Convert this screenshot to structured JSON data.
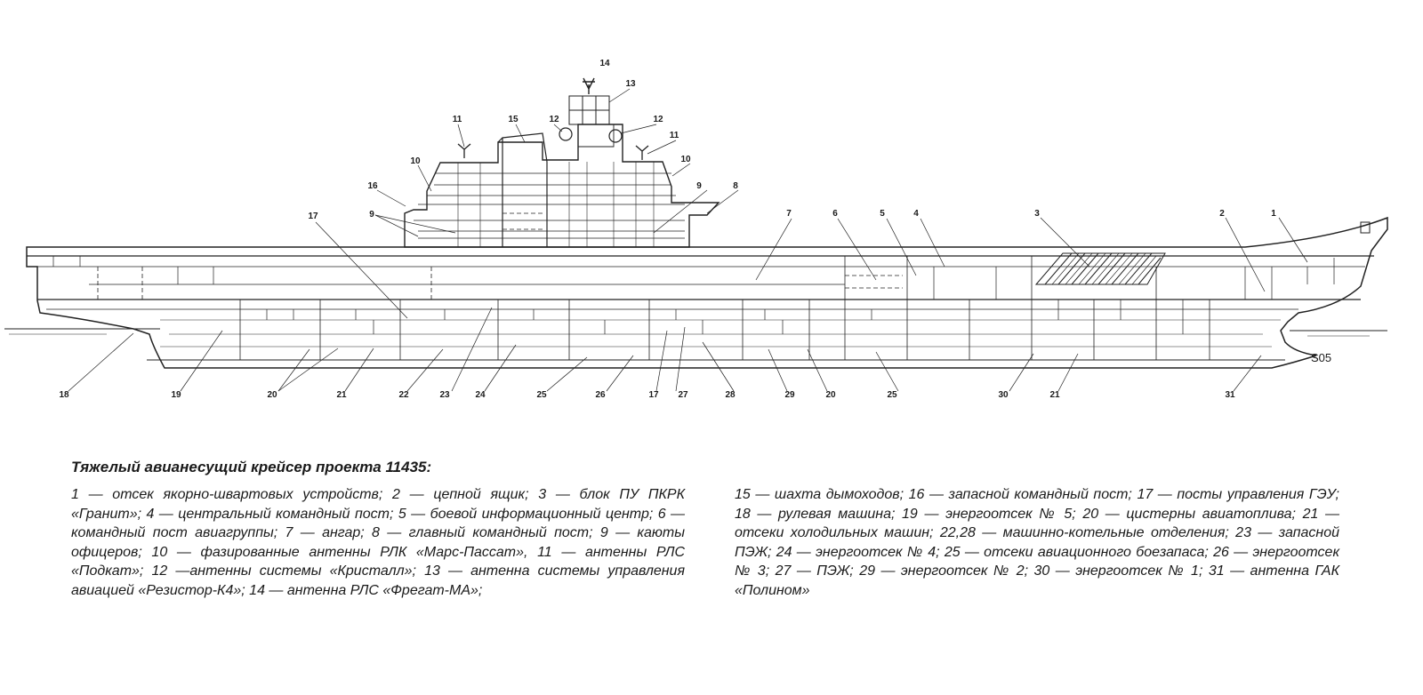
{
  "diagram": {
    "signature": "S05",
    "callouts": [
      {
        "n": "1"
      },
      {
        "n": "2"
      },
      {
        "n": "3"
      },
      {
        "n": "4"
      },
      {
        "n": "5"
      },
      {
        "n": "6"
      },
      {
        "n": "7"
      },
      {
        "n": "8"
      },
      {
        "n": "9"
      },
      {
        "n": "9"
      },
      {
        "n": "9"
      },
      {
        "n": "10"
      },
      {
        "n": "10"
      },
      {
        "n": "11"
      },
      {
        "n": "11"
      },
      {
        "n": "12"
      },
      {
        "n": "12"
      },
      {
        "n": "13"
      },
      {
        "n": "14"
      },
      {
        "n": "15"
      },
      {
        "n": "16"
      },
      {
        "n": "17"
      },
      {
        "n": "18"
      },
      {
        "n": "19"
      },
      {
        "n": "20"
      },
      {
        "n": "21"
      },
      {
        "n": "22"
      },
      {
        "n": "23"
      },
      {
        "n": "24"
      },
      {
        "n": "25"
      },
      {
        "n": "26"
      },
      {
        "n": "17"
      },
      {
        "n": "27"
      },
      {
        "n": "28"
      },
      {
        "n": "29"
      },
      {
        "n": "20"
      },
      {
        "n": "25"
      },
      {
        "n": "30"
      },
      {
        "n": "21"
      },
      {
        "n": "31"
      }
    ]
  },
  "caption": {
    "title": "Тяжелый авианесущий крейсер проекта 11435:",
    "col1": "1 — отсек якорно-швартовых устройств; 2 — цепной ящик; 3 — блок ПУ ПКРК «Гранит»; 4 — центральный командный пост; 5 — боевой информационный центр; 6 — командный пост авиагруппы; 7 — ангар; 8 — главный командный пост; 9 — каюты офицеров; 10 — фазированные антенны РЛК «Марс-Пассат», 11 — антенны РЛС «Подкат»; 12 —антенны системы «Кристалл»; 13 — антенна системы управления авиацией «Резистор-К4»; 14 — антенна РЛС «Фрегат-МА»;",
    "col2": "15 — шахта дымоходов; 16 — запасной командный пост; 17 — посты управления ГЭУ; 18 — рулевая машина; 19 — энергоотсек № 5; 20 — цистерны авиатоплива; 21 — отсеки холодильных машин; 22,28 — машинно-котельные отделения; 23 — запасной ПЭЖ; 24 — энергоотсек № 4; 25 — отсеки авиационного боезапаса; 26 — энергоотсек № 3; 27 — ПЭЖ; 29 — энергоотсек № 2; 30 — энергоотсек № 1; 31 — антенна ГАК «Полином»"
  }
}
